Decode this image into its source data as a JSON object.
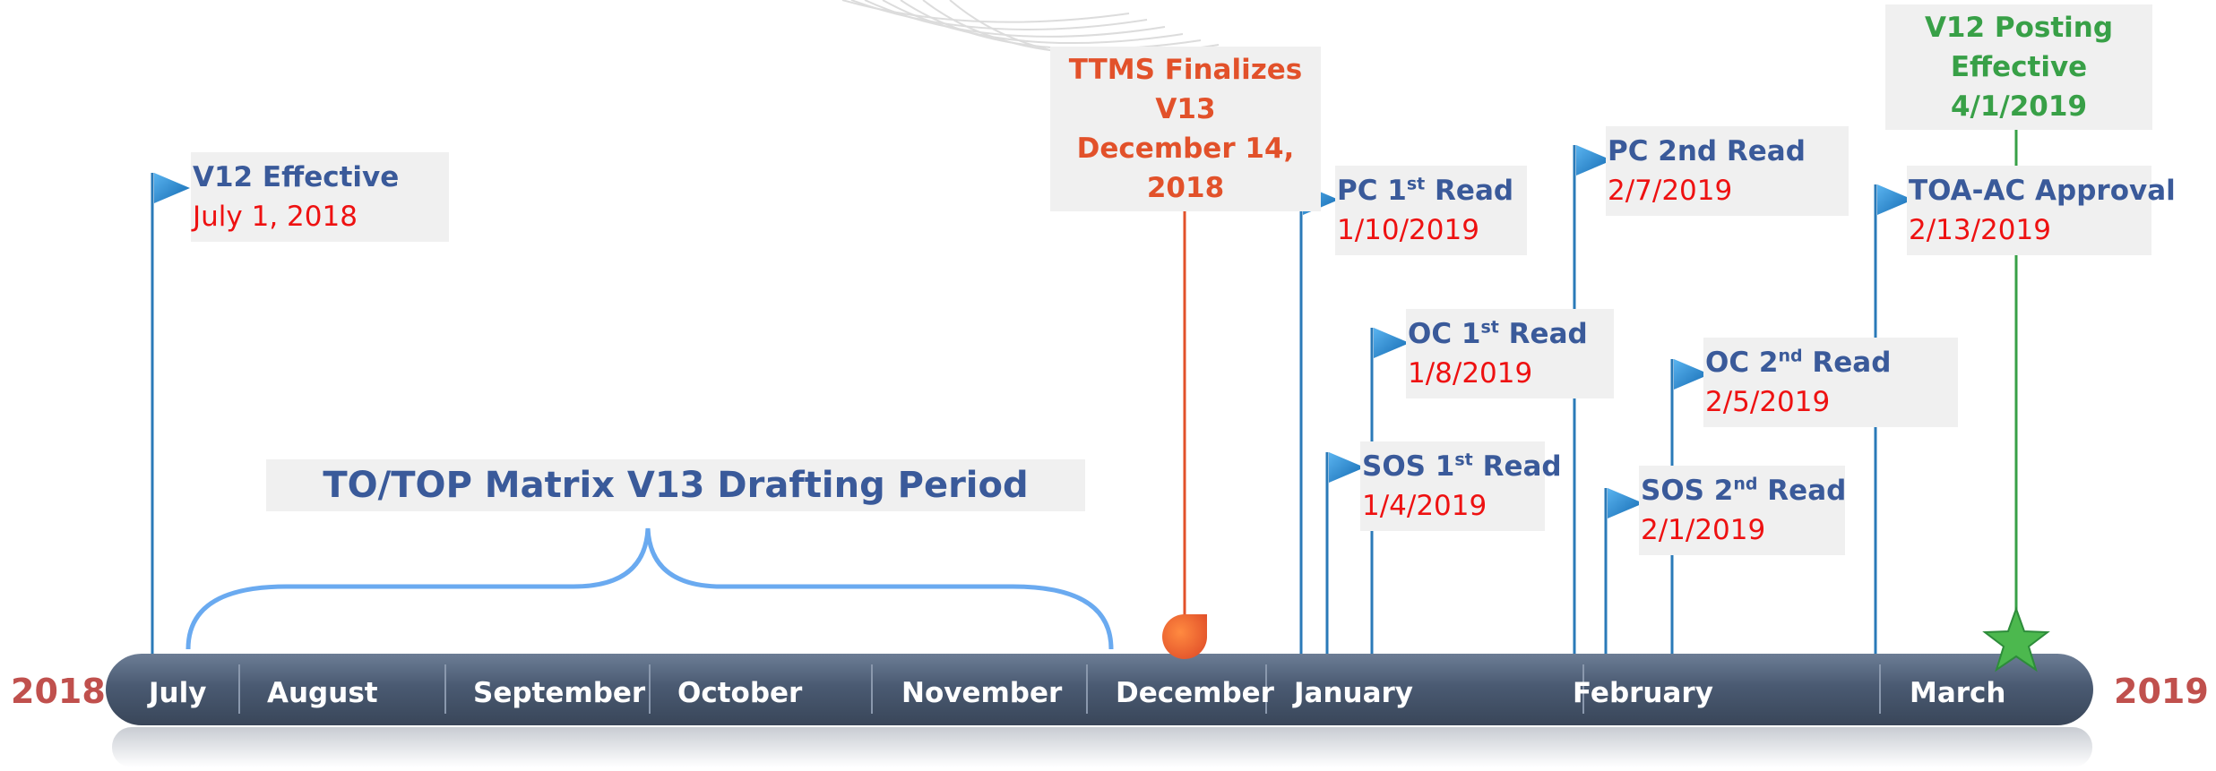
{
  "years": {
    "start": "2018",
    "end": "2019"
  },
  "months": [
    "July",
    "August",
    "September",
    "October",
    "November",
    "December",
    "January",
    "February",
    "March"
  ],
  "drafting_period": "TO/TOP Matrix V13 Drafting Period",
  "ttms": {
    "line1": "TTMS Finalizes V13",
    "line2": "December 14, 2018",
    "color": "#e2512a"
  },
  "posting": {
    "line1": "V12 Posting",
    "line2": "Effective 4/1/2019",
    "color": "#38a047"
  },
  "milestones": {
    "v12": {
      "title": "V12  Effective",
      "date": "July 1, 2018"
    },
    "pc1": {
      "title_pre": "PC 1",
      "sup": "st",
      "title_post": " Read",
      "date": "1/10/2019"
    },
    "oc1": {
      "title_pre": "OC 1",
      "sup": "st",
      "title_post": " Read",
      "date": "1/8/2019"
    },
    "sos1": {
      "title_pre": "SOS 1",
      "sup": "st",
      "title_post": " Read",
      "date": "1/4/2019"
    },
    "pc2": {
      "title": "PC 2nd Read",
      "date": "2/7/2019"
    },
    "oc2": {
      "title_pre": "OC 2",
      "sup": "nd",
      "title_post": " Read",
      "date": "2/5/2019"
    },
    "sos2": {
      "title_pre": "SOS 2",
      "sup": "nd",
      "title_post": " Read",
      "date": "2/1/2019"
    },
    "toa": {
      "title": "TOA-AC Approval",
      "date": "2/13/2019"
    }
  },
  "colors": {
    "title_blue": "#3a5a9a",
    "date_red": "#ee1111",
    "pole_blue": "#2a7ab8",
    "bar": "#4a5a72",
    "brace": "#6aaaf0"
  }
}
